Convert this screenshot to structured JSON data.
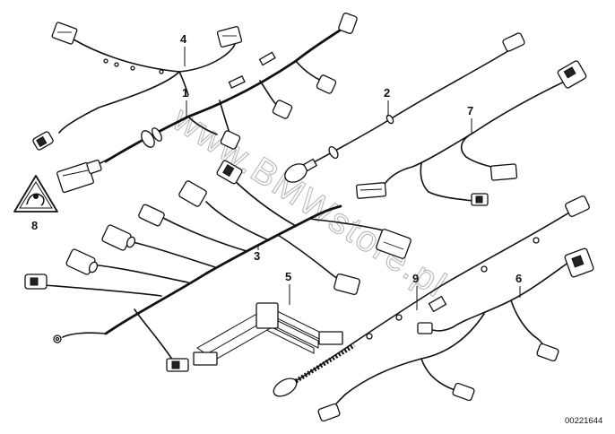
{
  "diagram": {
    "diagram_id": "00221644",
    "watermark": "www.BMWstore.pl",
    "callouts": [
      {
        "id": "1",
        "label": "1"
      },
      {
        "id": "2",
        "label": "2"
      },
      {
        "id": "3",
        "label": "3"
      },
      {
        "id": "4",
        "label": "4"
      },
      {
        "id": "5",
        "label": "5"
      },
      {
        "id": "6",
        "label": "6"
      },
      {
        "id": "7",
        "label": "7"
      },
      {
        "id": "8",
        "label": "8"
      },
      {
        "id": "9",
        "label": "9"
      }
    ]
  }
}
